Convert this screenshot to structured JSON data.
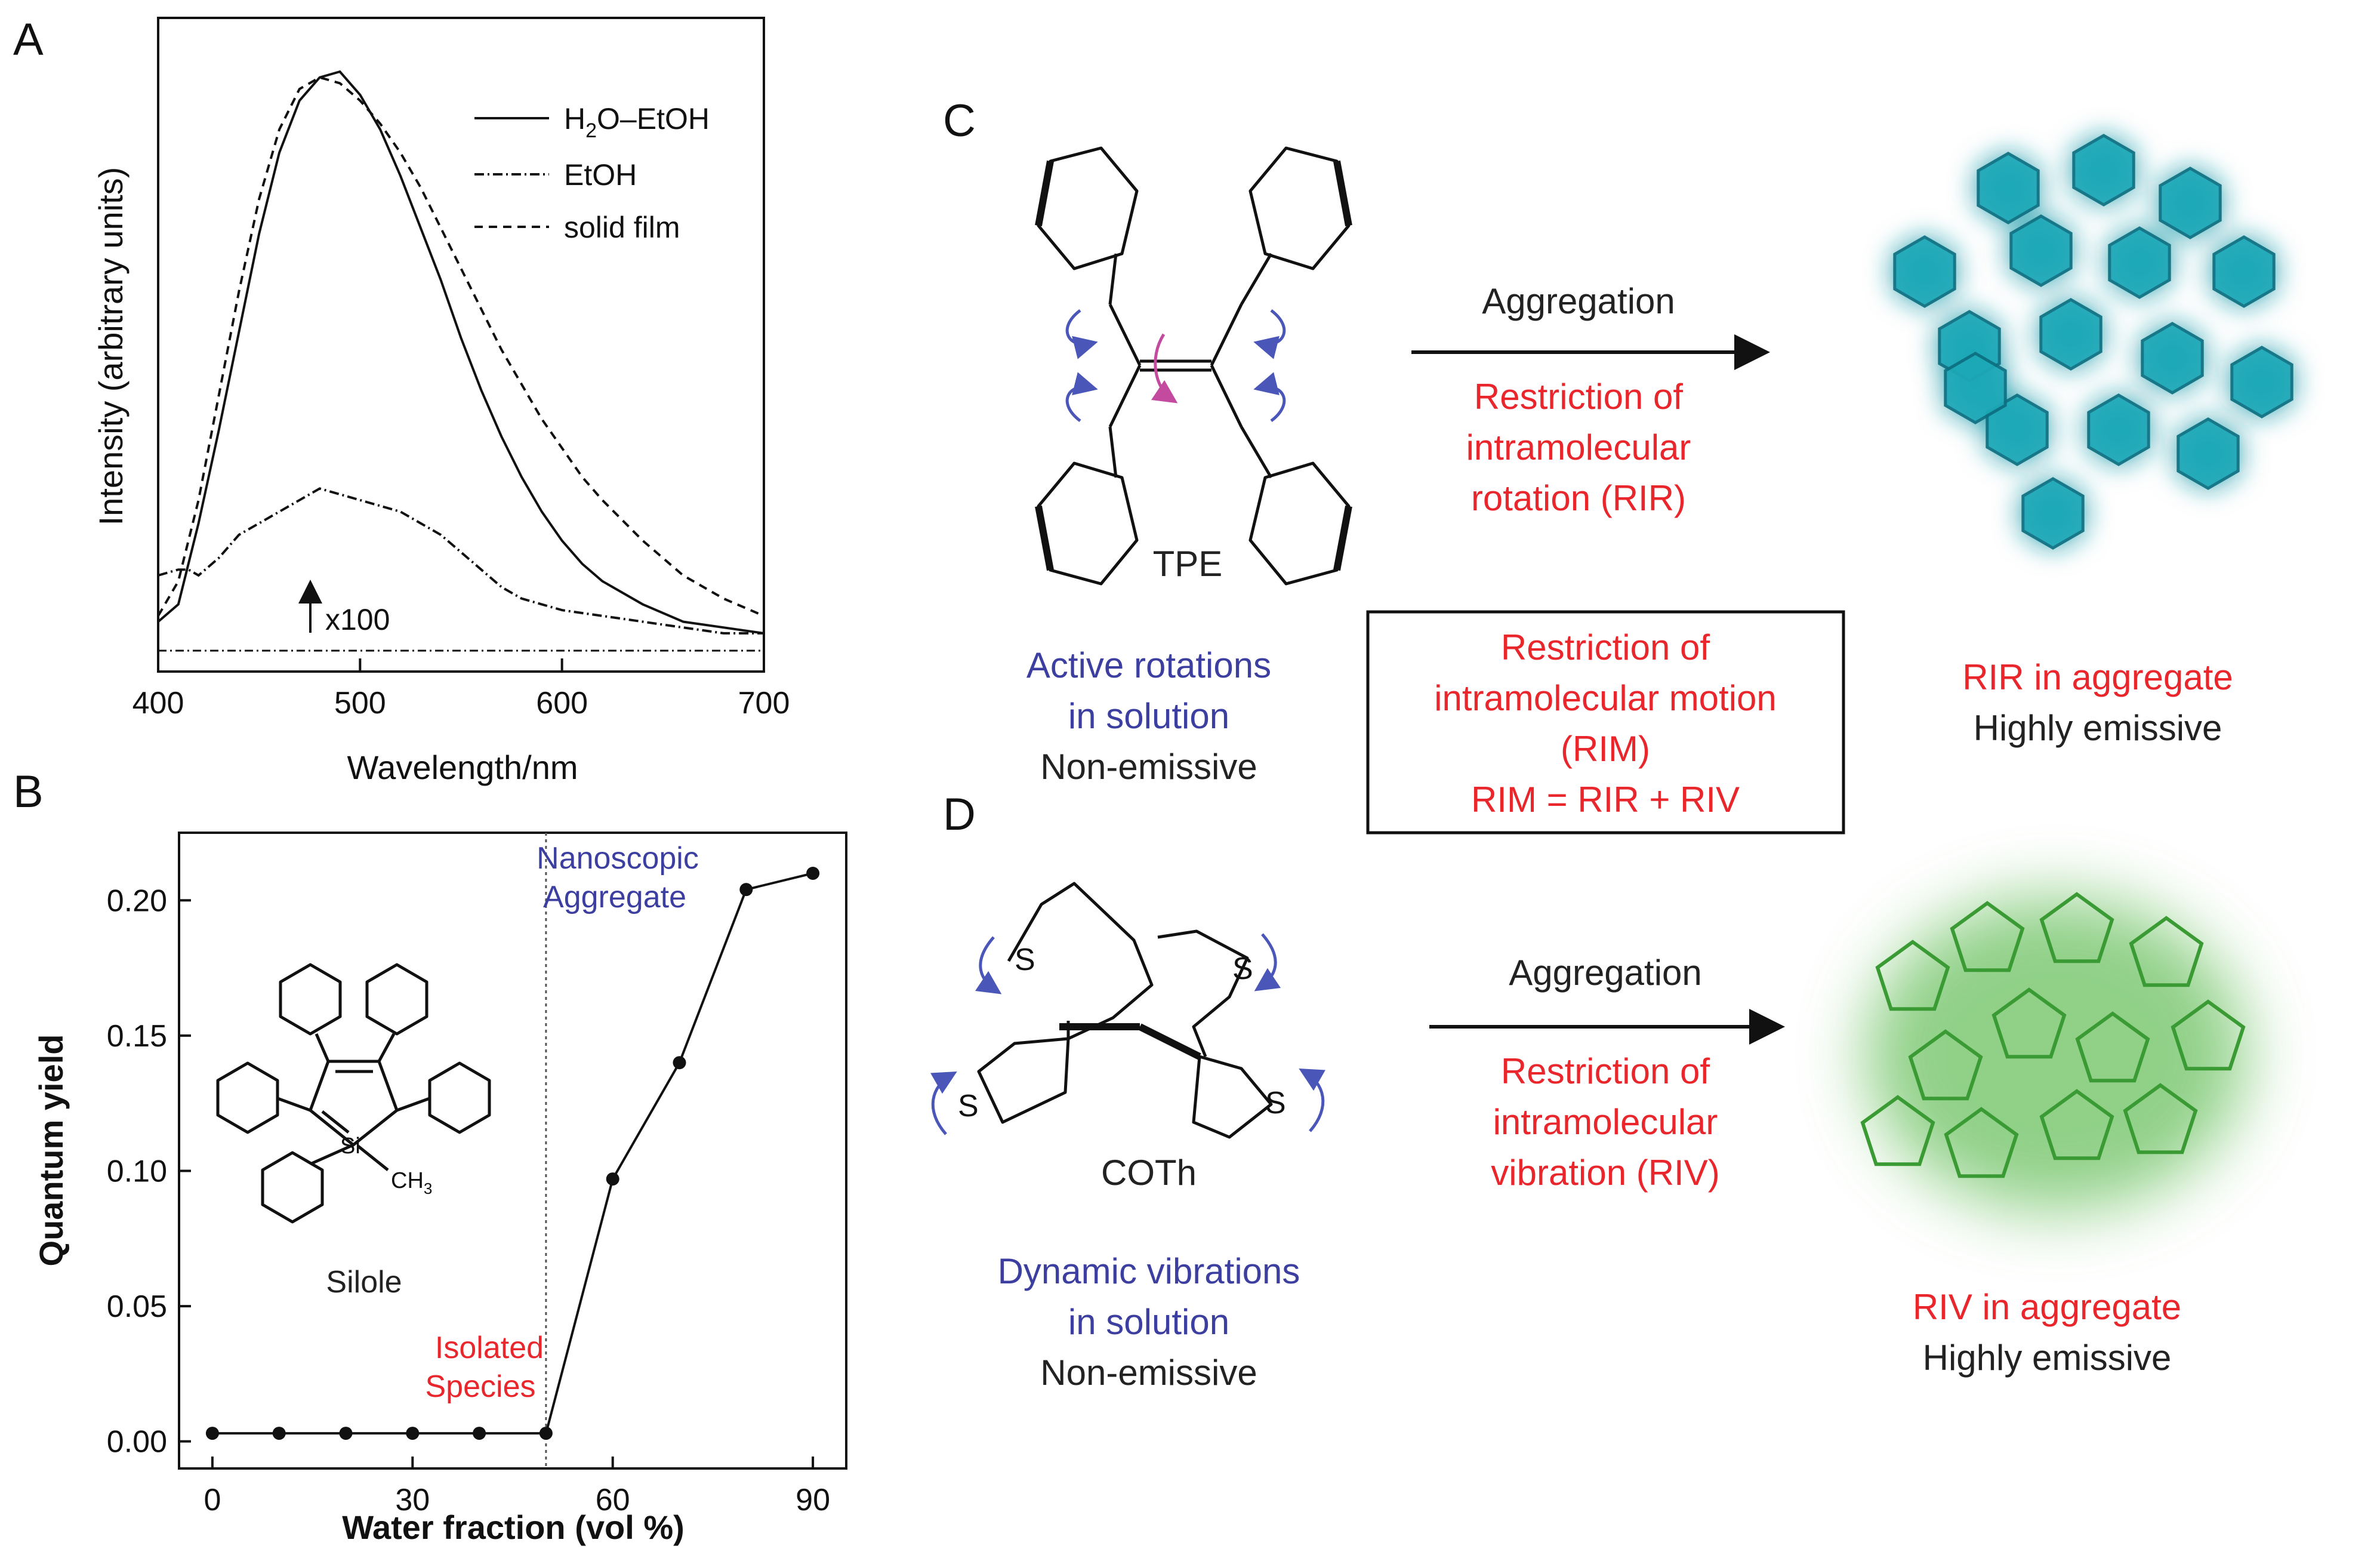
{
  "panels": {
    "a": "A",
    "b": "B",
    "c": "C",
    "d": "D"
  },
  "panel_c": {
    "molecule": "TPE",
    "arrow_label": "Aggregation",
    "mechanism_lines": [
      "Restriction of",
      "intramolecular",
      "rotation (RIR)"
    ],
    "solution_state": [
      "Active rotations",
      "in solution"
    ],
    "solution_emission": "Non-emissive",
    "aggregate_state": "RIR in aggregate",
    "aggregate_emission": "Highly emissive"
  },
  "rim_box": {
    "lines": [
      "Restriction of",
      "intramolecular motion",
      "(RIM)",
      "RIM = RIR + RIV"
    ]
  },
  "panel_d": {
    "molecule": "COTh",
    "arrow_label": "Aggregation",
    "mechanism_lines": [
      "Restriction of",
      "intramolecular",
      "vibration (RIV)"
    ],
    "solution_state": [
      "Dynamic vibrations",
      "in solution"
    ],
    "solution_emission": "Non-emissive",
    "aggregate_state": "RIV in aggregate",
    "aggregate_emission": "Highly emissive"
  },
  "colors": {
    "red": "#e8262c",
    "blue": "#3c3fa0",
    "cyan_aggregate": "#1fa9b8",
    "green_aggregate": "#3fae3a"
  },
  "chart_data": [
    {
      "type": "line",
      "panel": "A",
      "xlabel": "Wavelength/nm",
      "ylabel": "Intensity (arbitrary units)",
      "xlim": [
        400,
        700
      ],
      "x_ticks": [
        "400",
        "500",
        "600",
        "700"
      ],
      "annotation": "x100",
      "series": [
        {
          "name_main": "H",
          "name_sub": "2",
          "name_rest": "O–EtOH",
          "style": "solid",
          "x": [
            400,
            410,
            420,
            430,
            440,
            450,
            460,
            470,
            480,
            490,
            500,
            510,
            520,
            530,
            540,
            550,
            560,
            570,
            580,
            590,
            600,
            610,
            620,
            640,
            660,
            680,
            700
          ],
          "y": [
            0.05,
            0.08,
            0.22,
            0.38,
            0.55,
            0.72,
            0.86,
            0.95,
            0.99,
            1.0,
            0.96,
            0.9,
            0.82,
            0.73,
            0.64,
            0.54,
            0.45,
            0.37,
            0.3,
            0.24,
            0.19,
            0.15,
            0.12,
            0.08,
            0.05,
            0.04,
            0.03
          ]
        },
        {
          "name": "EtOH",
          "style": "dash-dot",
          "x": [
            400,
            410,
            415,
            420,
            430,
            440,
            450,
            460,
            470,
            480,
            490,
            500,
            510,
            520,
            530,
            540,
            550,
            560,
            570,
            580,
            590,
            600,
            620,
            640,
            660,
            680,
            700
          ],
          "y": [
            0.13,
            0.14,
            0.14,
            0.13,
            0.16,
            0.2,
            0.22,
            0.24,
            0.26,
            0.28,
            0.27,
            0.26,
            0.25,
            0.24,
            0.22,
            0.2,
            0.17,
            0.14,
            0.11,
            0.09,
            0.08,
            0.07,
            0.06,
            0.05,
            0.04,
            0.03,
            0.03
          ]
        },
        {
          "name": "solid film",
          "style": "dashed",
          "x": [
            400,
            410,
            420,
            430,
            440,
            450,
            460,
            470,
            480,
            490,
            500,
            510,
            520,
            530,
            540,
            550,
            560,
            570,
            580,
            590,
            600,
            610,
            620,
            640,
            660,
            680,
            700
          ],
          "y": [
            0.06,
            0.12,
            0.26,
            0.44,
            0.62,
            0.78,
            0.9,
            0.97,
            0.99,
            0.98,
            0.95,
            0.91,
            0.86,
            0.8,
            0.73,
            0.66,
            0.59,
            0.52,
            0.46,
            0.4,
            0.35,
            0.3,
            0.26,
            0.19,
            0.13,
            0.09,
            0.06
          ]
        }
      ]
    },
    {
      "type": "line",
      "panel": "B",
      "xlabel": "Water fraction (vol %)",
      "ylabel": "Quantum yield",
      "xlim": [
        -5,
        95
      ],
      "ylim": [
        -0.01,
        0.225
      ],
      "x_ticks": [
        0,
        30,
        60,
        90
      ],
      "y_ticks": [
        0.0,
        0.05,
        0.1,
        0.15,
        0.2
      ],
      "threshold_x": 50,
      "series": [
        {
          "x": [
            0,
            10,
            20,
            30,
            40,
            50,
            60,
            70,
            80,
            90
          ],
          "y": [
            0.003,
            0.003,
            0.003,
            0.003,
            0.003,
            0.003,
            0.097,
            0.14,
            0.204,
            0.21
          ]
        }
      ],
      "annotations": {
        "isolated": [
          "Isolated",
          "Species"
        ],
        "nanoscopic": [
          "Nanoscopic",
          "Aggregate"
        ],
        "molecule": "Silole",
        "si_label": "Si",
        "ch3_label": "CH",
        "ch3_sub": "3"
      }
    }
  ]
}
